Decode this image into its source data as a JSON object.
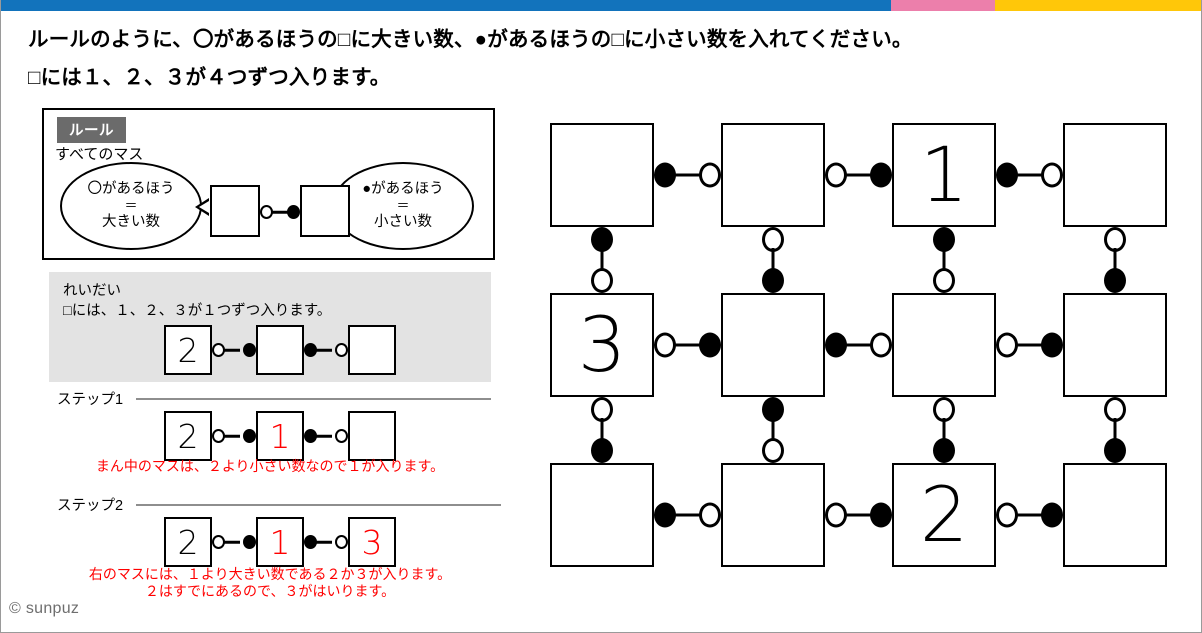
{
  "topbar": {
    "blue": "#1273bc",
    "pink": "#ec7fab",
    "yellow": "#ffc709"
  },
  "headings": {
    "line1": "ルールのように、〇があるほうの□に大きい数、●があるほうの□に小さい数を入れてください。",
    "line2": "□には１、２、３が４つずつ入ります。"
  },
  "rule_box": {
    "badge": "ルール",
    "subtitle": "すべてのマス",
    "left_bubble": {
      "line1": "〇があるほう",
      "line2": "＝",
      "line3": "大きい数"
    },
    "right_bubble": {
      "line1": "●があるほう",
      "line2": "＝",
      "line3": "小さい数"
    },
    "connector": {
      "left": "open-circle",
      "right": "filled-circle"
    },
    "cells": [
      "",
      ""
    ]
  },
  "example": {
    "title": "れいだい",
    "description": "□には、１、２、３が１つずつ入ります。",
    "cells": [
      {
        "value": "2",
        "answer": false
      },
      {
        "value": "",
        "answer": false
      },
      {
        "value": "",
        "answer": false
      }
    ],
    "connectors": [
      {
        "left": "open-circle",
        "right": "filled-circle"
      },
      {
        "left": "filled-circle",
        "right": "open-circle"
      }
    ]
  },
  "steps": [
    {
      "label": "ステップ1",
      "cells": [
        {
          "value": "2",
          "answer": false
        },
        {
          "value": "1",
          "answer": true
        },
        {
          "value": "",
          "answer": false
        }
      ],
      "connectors": [
        {
          "left": "open-circle",
          "right": "filled-circle"
        },
        {
          "left": "filled-circle",
          "right": "open-circle"
        }
      ],
      "caption_lines": [
        "まん中のマスは、２より小さい数なので１が入ります。"
      ]
    },
    {
      "label": "ステップ2",
      "cells": [
        {
          "value": "2",
          "answer": false
        },
        {
          "value": "1",
          "answer": true
        },
        {
          "value": "3",
          "answer": true
        }
      ],
      "connectors": [
        {
          "left": "open-circle",
          "right": "filled-circle"
        },
        {
          "left": "filled-circle",
          "right": "open-circle"
        }
      ],
      "caption_lines": [
        "右のマスには、１より大きい数である２か３が入ります。",
        "２はすでにあるので、３がはいります。"
      ]
    }
  ],
  "puzzle": {
    "rows": 3,
    "cols": 4,
    "cells": [
      [
        "",
        "",
        "1",
        ""
      ],
      [
        "3",
        "",
        "",
        ""
      ],
      [
        "",
        "",
        "2",
        ""
      ]
    ],
    "h_connectors": [
      [
        {
          "left": "filled-circle",
          "right": "open-circle"
        },
        {
          "left": "open-circle",
          "right": "filled-circle"
        },
        {
          "left": "filled-circle",
          "right": "open-circle"
        }
      ],
      [
        {
          "left": "open-circle",
          "right": "filled-circle"
        },
        {
          "left": "filled-circle",
          "right": "open-circle"
        },
        {
          "left": "open-circle",
          "right": "filled-circle"
        }
      ],
      [
        {
          "left": "filled-circle",
          "right": "open-circle"
        },
        {
          "left": "open-circle",
          "right": "filled-circle"
        },
        {
          "left": "open-circle",
          "right": "filled-circle"
        }
      ]
    ],
    "v_connectors": [
      [
        {
          "top": "filled-circle",
          "bottom": "open-circle"
        },
        {
          "top": "open-circle",
          "bottom": "filled-circle"
        },
        {
          "top": "filled-circle",
          "bottom": "open-circle"
        },
        {
          "top": "open-circle",
          "bottom": "filled-circle"
        }
      ],
      [
        {
          "top": "open-circle",
          "bottom": "filled-circle"
        },
        {
          "top": "filled-circle",
          "bottom": "open-circle"
        },
        {
          "top": "open-circle",
          "bottom": "filled-circle"
        },
        {
          "top": "open-circle",
          "bottom": "filled-circle"
        }
      ]
    ]
  },
  "copyright": "© sunpuz"
}
